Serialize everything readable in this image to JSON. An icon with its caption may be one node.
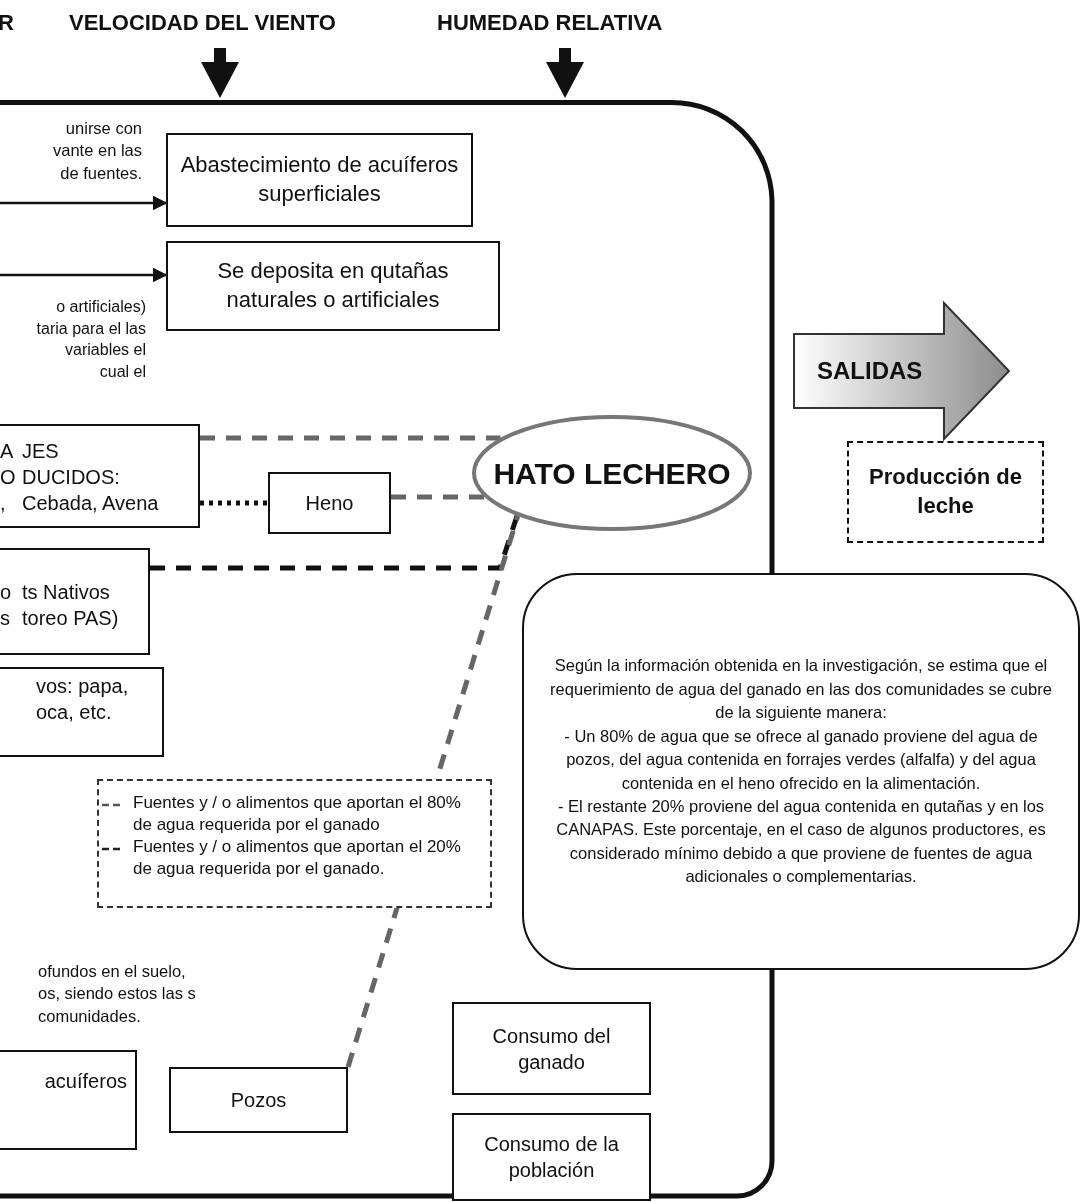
{
  "diagram": {
    "nodes": [
      {
        "text": [],
        "shape": "box"
      },
      {
        "text": [
          "Abastecimiento de acuíferos superficiales"
        ],
        "in": 0
      },
      {
        "text": [
          "Se deposita en qutañas naturales o artificiales"
        ],
        "in": 0
      },
      {
        "text": [
          "A O ,",
          "JES DUCIDOS: Cebada, Avena"
        ],
        "in": 0
      },
      {
        "text": [
          "Heno"
        ],
        "in": 0
      },
      {
        "text": [
          "HATO LECHERO"
        ],
        "in": 0
      },
      {
        "text": [
          "o s",
          "ts Nativos toreo PAS)"
        ],
        "in": 0
      },
      {
        "text": [
          "vos: papa, oca, etc."
        ],
        "in": 0
      },
      {
        "text": [
          "acuíferos"
        ],
        "in": 0
      },
      {
        "text": [
          "Pozos"
        ],
        "in": 0
      },
      {
        "text": [
          "Consumo del ganado"
        ],
        "in": 0
      },
      {
        "text": [
          "Consumo de la población"
        ],
        "in": 0
      },
      {
        "text": [
          "SALIDAS"
        ]
      },
      {
        "text": [
          "Producción de leche"
        ]
      },
      {
        "text": [
          "Según la información obtenida en la investigación, se estima que el requerimiento de agua del ganado en las dos comunidades se cubre de la siguiente manera:",
          "- Un 80% de agua que se ofrece al ganado proviene del agua de pozos, del agua contenida en forrajes verdes (alfalfa) y del agua contenida en el heno ofrecido en la alimentación.",
          "- El restante 20% proviene del agua contenida en qutañas y en los CANAPAS. Este porcentaje, en el caso de algunos productores, es considerado mínimo debido a que proviene de fuentes de agua adicionales o complementarias."
        ]
      }
    ],
    "edges": [
      {
        "from": null,
        "to": 1,
        "arrow": "to"
      },
      {
        "from": null,
        "to": 2,
        "arrow": "to"
      },
      {
        "from": 3,
        "to": 5,
        "arrow": "none",
        "style": "dashed",
        "color": "#666666"
      },
      {
        "from": 3,
        "to": 4,
        "arrow": "none",
        "style": "dashed"
      },
      {
        "from": 4,
        "to": 5,
        "arrow": "none",
        "style": "dashed",
        "color": "#666666"
      },
      {
        "from": 6,
        "to": 5,
        "arrow": "none",
        "style": "dashed"
      },
      {
        "from": 9,
        "to": 5,
        "arrow": "none",
        "style": "dashed",
        "color": "#666666"
      }
    ],
    "labels": [
      "R",
      "VELOCIDAD DEL VIENTO",
      "HUMEDAD RELATIVA",
      "unirse con vante en las de fuentes.",
      "o artificiales) taria para el las variables el cual el",
      "ofundos en el suelo, os, siendo estos las s comunidades."
    ],
    "legend": [
      {
        "text": "Fuentes y / o alimentos que aportan el 80% de agua requerida por el ganado"
      },
      {
        "text": "Fuentes y / o alimentos que aportan el 20% de agua requerida por el ganado."
      }
    ]
  }
}
